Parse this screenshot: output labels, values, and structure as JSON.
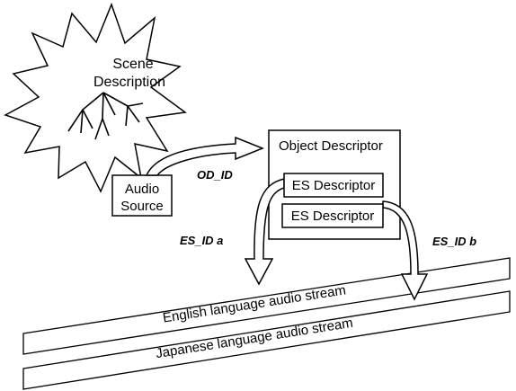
{
  "scene": {
    "line1": "Scene",
    "line2": "Description"
  },
  "audio_source": {
    "line1": "Audio",
    "line2": "Source"
  },
  "od_label": "OD_ID",
  "object_descriptor": {
    "title": "Object Descriptor",
    "es_descriptors": [
      "ES Descriptor",
      "ES Descriptor"
    ]
  },
  "es_id_a": "ES_ID a",
  "es_id_b": "ES_ID b",
  "streams": {
    "english": "English language audio stream",
    "japanese": "Japanese language audio stream"
  }
}
